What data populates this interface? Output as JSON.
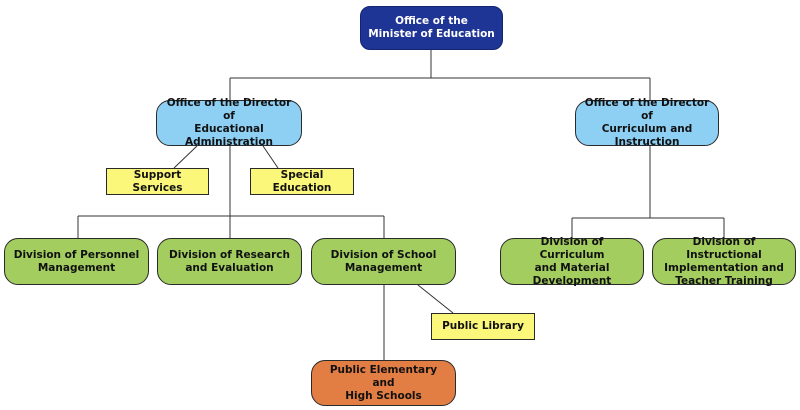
{
  "nodes": {
    "minister": "Office of the\nMinister of Education",
    "dir_admin": "Office of the Director of\nEducational\nAdministration",
    "dir_curr": "Office of the Director of\nCurriculum and\nInstruction",
    "support": "Support Services",
    "special": "Special Education",
    "personnel": "Division of Personnel\nManagement",
    "research": "Division of Research\nand Evaluation",
    "school_mgmt": "Division of School\nManagement",
    "curriculum_material": "Division of Curriculum\nand Material\nDevelopment",
    "instructional": "Division of Instructional\nImplementation and\nTeacher Training",
    "library": "Public Library",
    "schools": "Public Elementary and\nHigh Schools"
  },
  "colors": {
    "top": "#1f3595",
    "office": "#8dd0f4",
    "division": "#a3cd5f",
    "service": "#fbf77a",
    "schools": "#e27d43",
    "line": "#333333"
  }
}
